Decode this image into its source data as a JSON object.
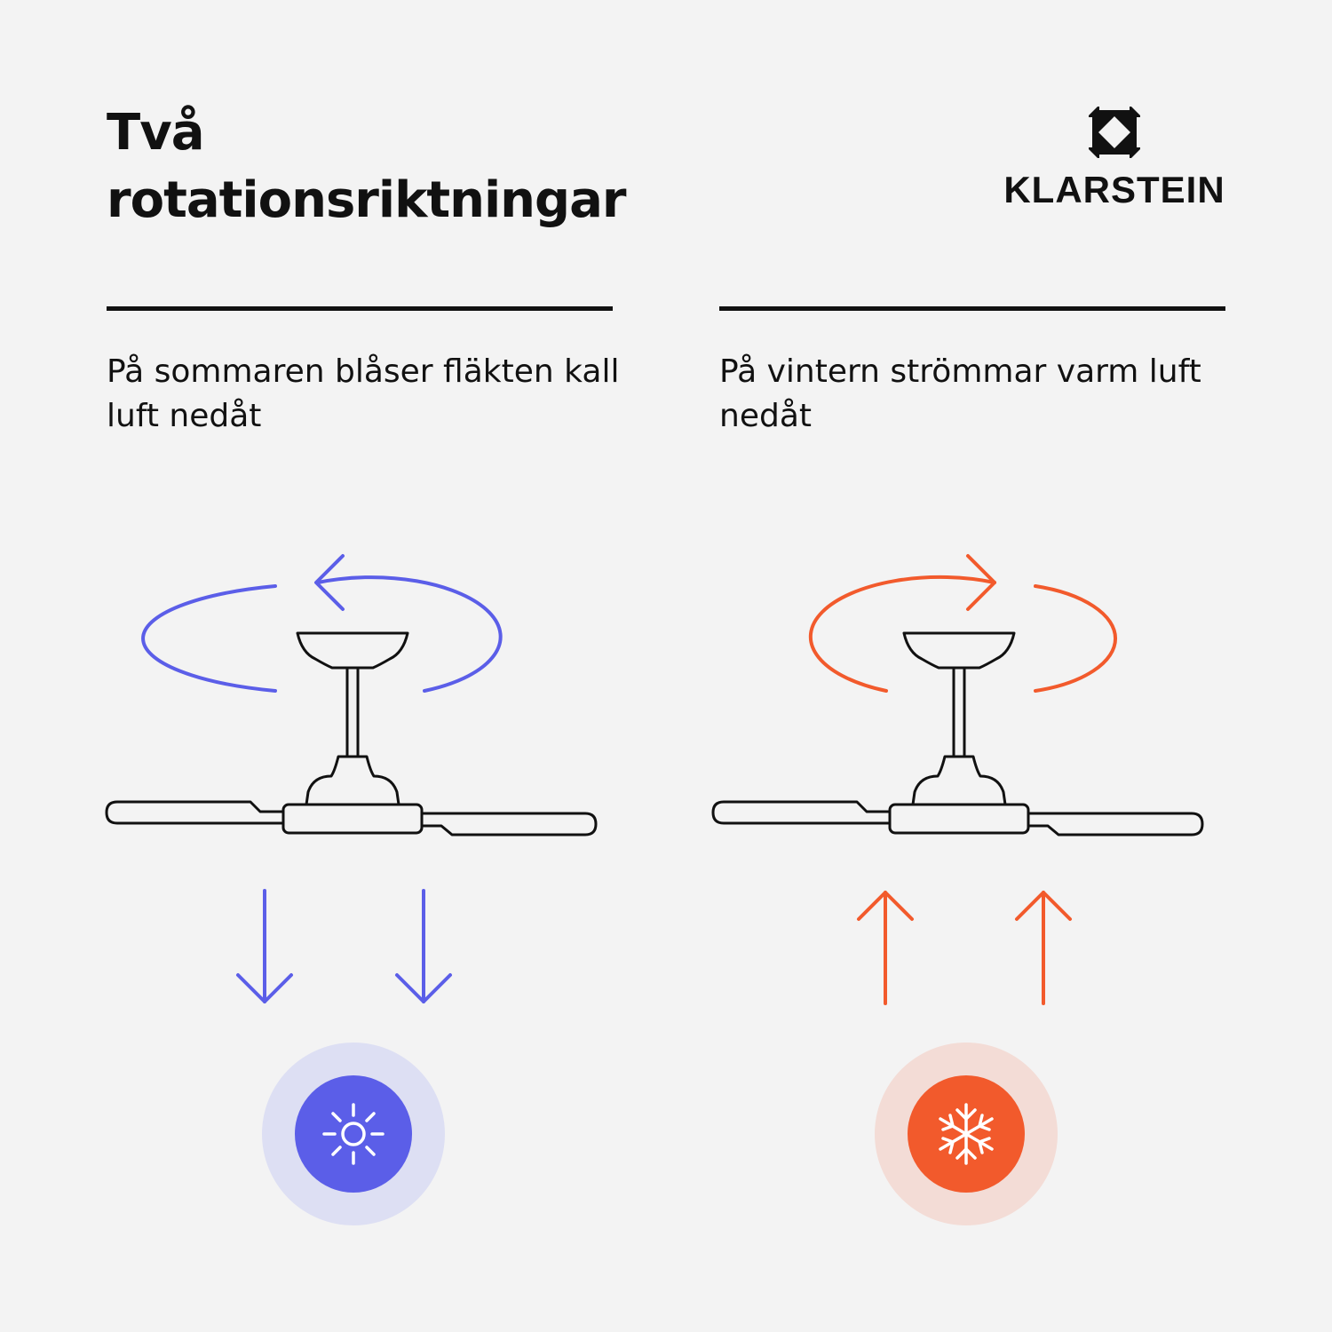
{
  "title": {
    "line1": "Två",
    "line2": "rotationsriktningar"
  },
  "brand": {
    "name": "KLARSTEIN",
    "logo_icon": "klarstein-logo-icon"
  },
  "panels": [
    {
      "mode": "summer",
      "caption": "På sommaren blåser fläkten kall luft nedåt",
      "color": "#5b5ee8",
      "halo_color": "#dddff3",
      "rotation": "counterclockwise",
      "airflow": "down",
      "icon": "sun-icon"
    },
    {
      "mode": "winter",
      "caption": "På vintern strömmar varm luft nedåt",
      "color": "#f25a2c",
      "halo_color": "#f3dcd6",
      "rotation": "clockwise",
      "airflow": "up",
      "icon": "snowflake-icon"
    }
  ]
}
